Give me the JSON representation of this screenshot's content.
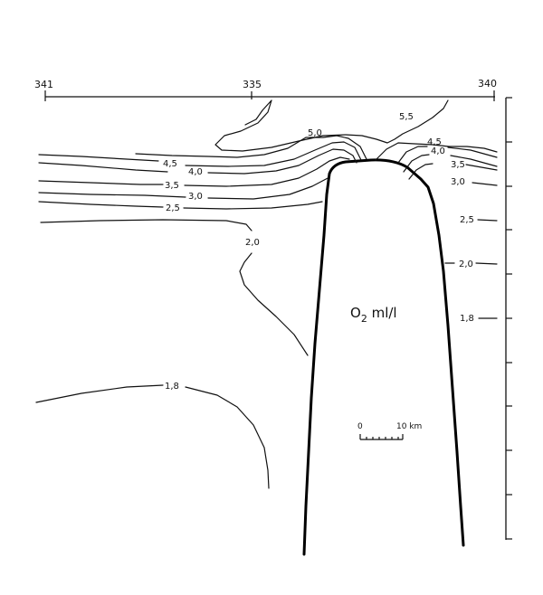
{
  "figure": {
    "stations": [
      "341",
      "335",
      "340"
    ],
    "units_label": "O",
    "units_sub": "2",
    "units_suffix": " ml/l",
    "scale": {
      "zero": "0",
      "distance": "10 km"
    },
    "contours": [
      {
        "label": "5,5"
      },
      {
        "label": "5,0"
      },
      {
        "label": "4,5"
      },
      {
        "label": "4,0"
      },
      {
        "label": "3,5"
      },
      {
        "label": "3,0"
      },
      {
        "label": "2,5"
      },
      {
        "label": "2,0"
      },
      {
        "label": "1,8"
      }
    ],
    "right_labels": [
      "4,5",
      "4,0",
      "3,5",
      "3,0",
      "2,5",
      "2,0",
      "1,8"
    ]
  }
}
